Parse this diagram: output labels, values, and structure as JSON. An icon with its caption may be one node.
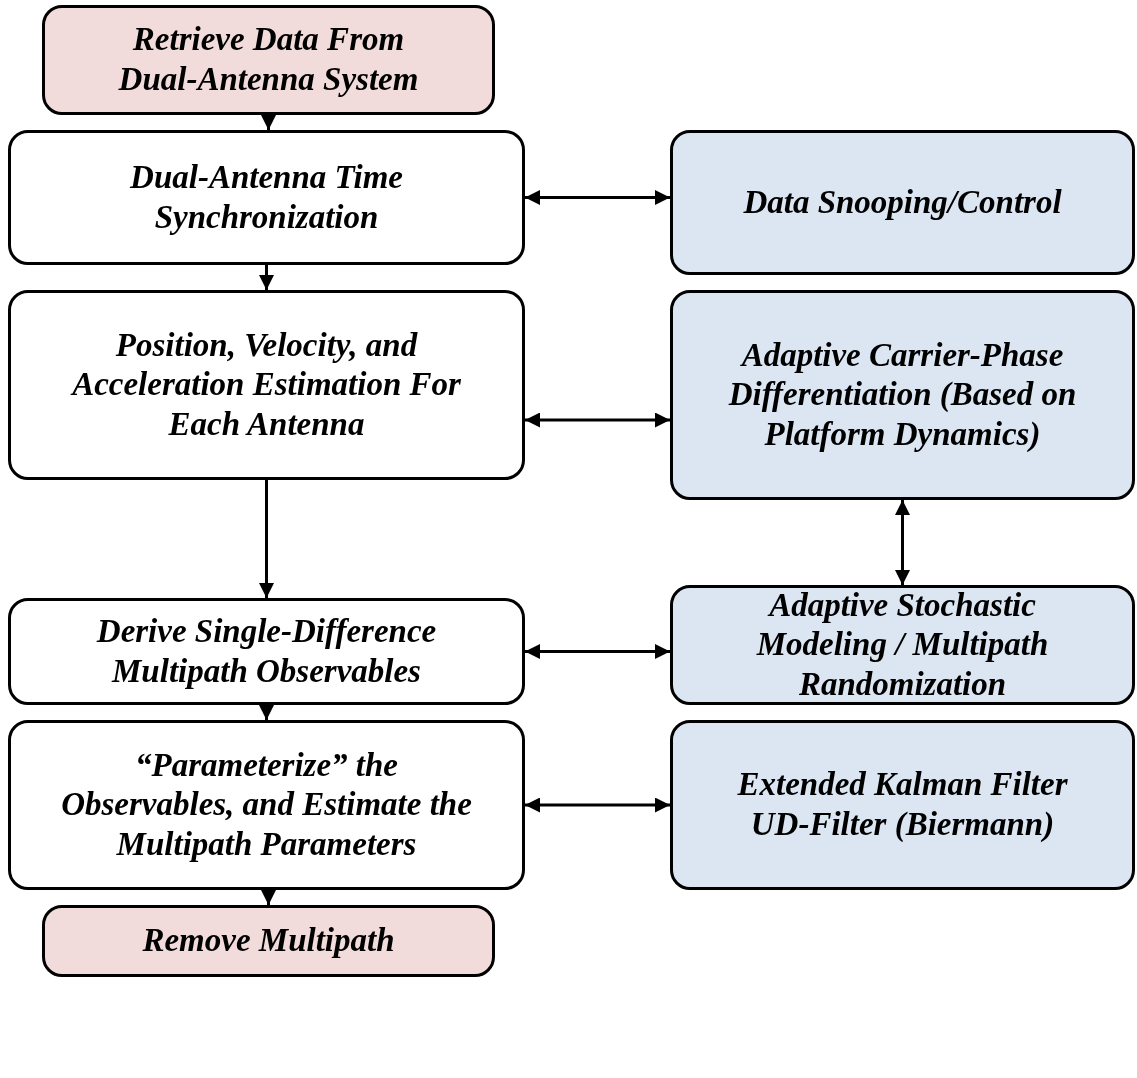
{
  "diagram": {
    "nodes": [
      {
        "text": [
          "Retrieve Data From Dual-Antenna System"
        ]
      },
      {
        "text": [
          "Dual-Antenna Time Synchronization"
        ]
      },
      {
        "text": [
          "Data Snooping/Control"
        ]
      },
      {
        "text": [
          "Position, Velocity, and Acceleration Estimation For Each Antenna"
        ]
      },
      {
        "text": [
          "Adaptive Carrier-Phase Differentiation (Based on Platform Dynamics)"
        ]
      },
      {
        "text": [
          "Derive Single-Difference Multipath Observables"
        ]
      },
      {
        "text": [
          "Adaptive Stochastic Modeling / Multipath Randomization"
        ]
      },
      {
        "text": [
          "“Parameterize” the Observables, and Estimate the Multipath Parameters"
        ]
      },
      {
        "text": [
          "Extended Kalman Filter UD-Filter (Biermann)"
        ]
      },
      {
        "text": [
          "Remove Multipath"
        ]
      }
    ],
    "edges": [
      {
        "from": 0,
        "to": 1,
        "arrow": "to"
      },
      {
        "from": 1,
        "to": 2,
        "arrow": "both"
      },
      {
        "from": 1,
        "to": 3,
        "arrow": "to"
      },
      {
        "from": 3,
        "to": 4,
        "arrow": "both"
      },
      {
        "from": 4,
        "to": 6,
        "arrow": "both"
      },
      {
        "from": 3,
        "to": 5,
        "arrow": "to"
      },
      {
        "from": 5,
        "to": 6,
        "arrow": "both"
      },
      {
        "from": 5,
        "to": 7,
        "arrow": "to"
      },
      {
        "from": 7,
        "to": 8,
        "arrow": "both"
      },
      {
        "from": 7,
        "to": 9,
        "arrow": "to"
      }
    ]
  }
}
